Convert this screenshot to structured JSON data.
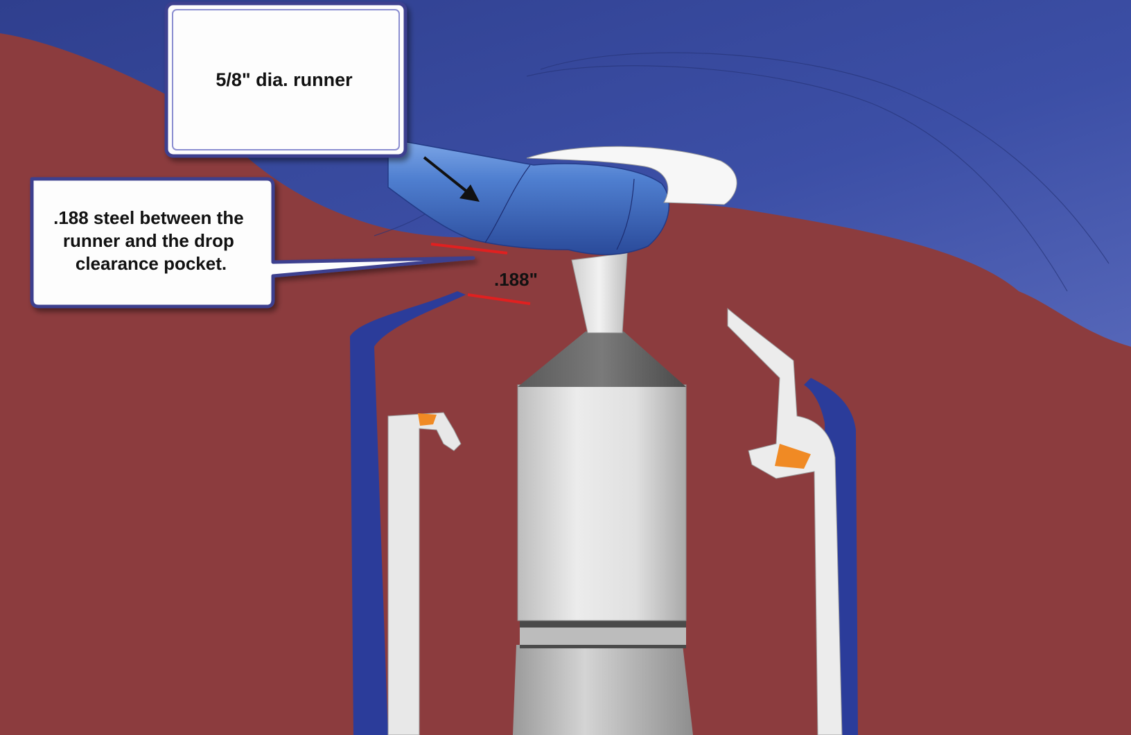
{
  "callouts": {
    "runner": {
      "text": "5/8\" dia. runner"
    },
    "steel": {
      "lines": [
        ".188 steel between the",
        "runner and the drop",
        "clearance pocket."
      ]
    }
  },
  "dimension": {
    "label": ".188\""
  },
  "colors": {
    "steel_section": "#8c3c3e",
    "runner_blue": "#3a4c9a",
    "runner_highlight": "#4f7fd0",
    "sprue_gray": "#d8d8d8",
    "dimension_red": "#e02020",
    "orange_ring": "#f08a24",
    "callout_border": "#3d3f8f"
  }
}
